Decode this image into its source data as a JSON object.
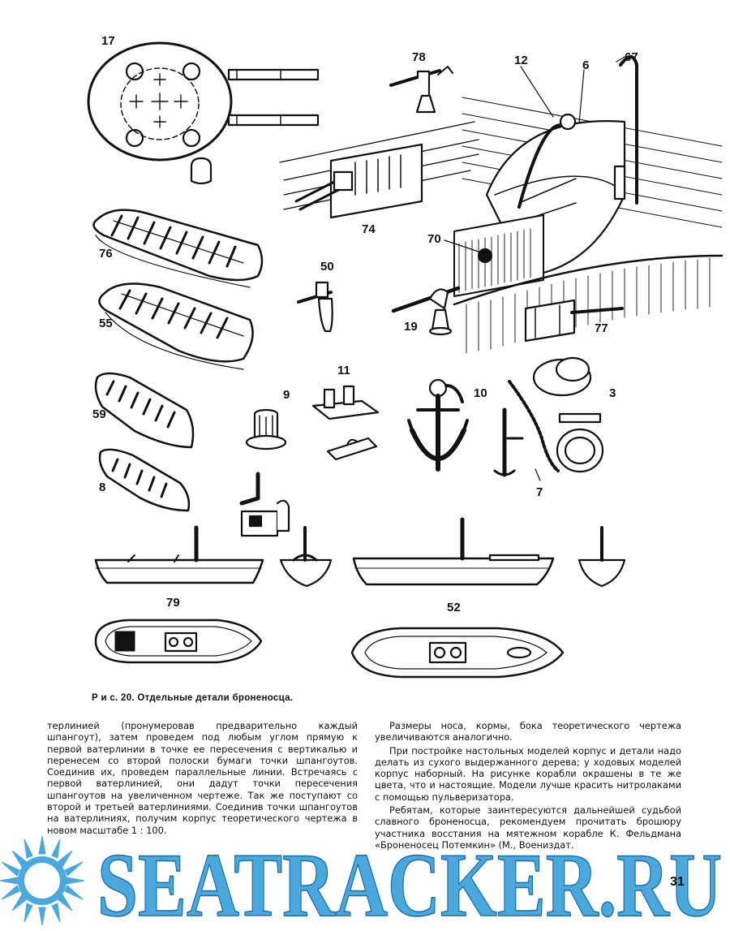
{
  "figure": {
    "labels": [
      "17",
      "78",
      "12",
      "6",
      "67",
      "74",
      "76",
      "70",
      "50",
      "55",
      "19",
      "77",
      "11",
      "9",
      "10",
      "3",
      "59",
      "7",
      "8",
      "79",
      "52"
    ],
    "caption": "Р и с. 20. Отдельные детали броненосца."
  },
  "text": {
    "left_paragraphs": [
      "терлинией (пронумеровав предварительно каждый шпангоут), затем проведем под любым углом прямую к первой ватерлинии в точке ее пересечения с вертикалью и перенесем со второй полоски бумаги точки шпангоутов. Соединив их, проведем параллельные линии. Встречаясь с первой ватерлинией, они дадут точки пересечения шпангоутов на увеличенном чертеже. Так же поступают со второй и третьей ватерлиниями. Соединив точки шпангоутов на ватерлиниях, получим корпус теоретического чертежа в новом масштабе 1 : 100."
    ],
    "right_paragraphs": [
      "Размеры носа, кормы, бока теоретического чертежа увеличиваются аналогично.",
      "При постройке настольных моделей корпус и детали надо делать из сухого выдержанного дерева; у ходовых моделей корпус наборный. На рисунке корабли окрашены в те же цвета, что и настоящие. Модели лучше красить нитролаками с помощью пульверизатора.",
      "Ребятам, которые заинтересуются дальнейшей судьбой славного броненосца, рекомендуем прочитать брошюру участника восстания на мятежном корабле К. Фельдмана «Броненосец Потемкин» (М., Воениздат."
    ]
  },
  "page_number": "31",
  "watermark": {
    "text": "SEATRACKER.RU",
    "color": "#4aa8dc"
  }
}
